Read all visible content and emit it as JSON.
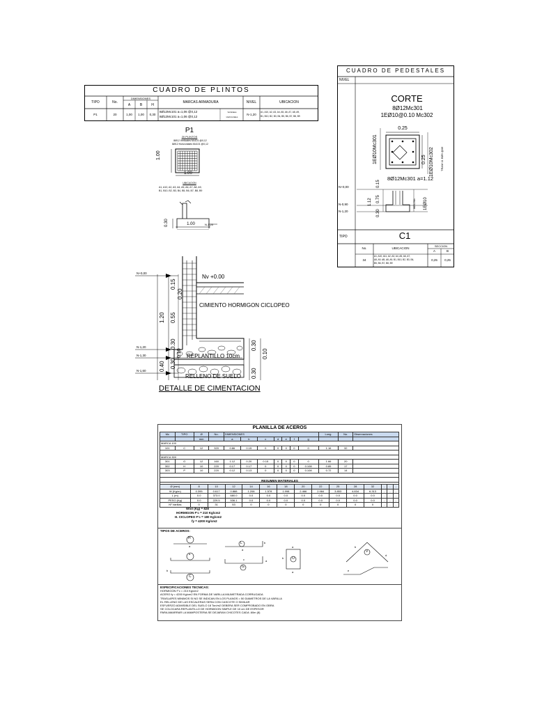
{
  "plintos": {
    "title": "CUADRO DE PLINTOS",
    "headers": {
      "tipo": "TIPO",
      "no": "No.",
      "dimensiones": "DIMENSIONES",
      "a": "A",
      "b": "B",
      "h": "H",
      "marcas": "MARCAS ARMADURA",
      "nivel": "NIVEL",
      "ubicacion": "UBICACION"
    },
    "row": {
      "tipo": "P1",
      "no": "20",
      "a": "1,00",
      "b": "1,00",
      "h": "0,30",
      "marca1": "8Ø12Mc101 a=1,06 @0,12",
      "marca1_tipo": "Verticales",
      "marca2": "8Ø12Mc101 a=1,06 @0,12",
      "marca2_tipo": "Horizontales",
      "nivel": "N-1,20",
      "ubicacion1": "A1, A10, A2, A3, A4, A5, A6, A7, A8, A9,",
      "ubicacion2": "B1, B10, B2, B3, B4, B5, B6, B7, B8, B9"
    }
  },
  "p1_detail": {
    "title": "P1",
    "subtitle": "20 PLINTOS",
    "line1": "8Ø12 Verticales Mc101 @0,12",
    "line2": "8Ø12 Horizontales Mc101 @0,12",
    "dim_side": "1.00",
    "dim_bottom": "1.00",
    "ubicacion_label": "UBICACION",
    "ubicacion1": "A1, A10, A2, A3, A4, A5, A6, A7, A8, A9,",
    "ubicacion2": "B1, B10, B2, B3, B4, B5, B6, B7, B8, B9",
    "section_h": "0.30",
    "section_w": "1.00",
    "section_level": "N-1,20"
  },
  "pedestales": {
    "title": "CUADRO DE PEDESTALES",
    "nivel_label": "NIVEL",
    "corte_title": "CORTE",
    "corte_line1": "8Ø12Mc301",
    "corte_line2": "1EØ10@0.10 Mc302",
    "dim_top": "0.25",
    "dim_side": "0.25",
    "rebar_left": "1EØ10Mc301",
    "rebar_right": "1EØ10Mc302",
    "rebar_right2": "TRAM 11 EØ9 @06",
    "bottom_line": "8Ø12Mc301 a=1.12",
    "levels": [
      "N+0,00",
      "N-0,90",
      "N-1,20"
    ],
    "elev_dims": [
      "1.12",
      "0.30",
      "0.75",
      "0.15"
    ],
    "elev_labels": [
      "1EØ10",
      "8Ø12Mc"
    ],
    "tipo_label": "TIPO",
    "tipo_value": "C1",
    "col_no": "No.",
    "col_ubicacion": "UBICACION",
    "col_seccion": "SECCION",
    "col_a": "A",
    "col_b": "B",
    "row_no": "34",
    "row_ubicacion1": "A1, A10, A11, A2, A3, A4, A5, A6, A7,",
    "row_ubicacion2": "A8, A9, AB, A8, A9, B1, B10, B2, B3, B4,",
    "row_ubicacion3": "B5, B6, B7, B8, B9",
    "row_a": "0,25",
    "row_b": "0,25"
  },
  "cimentacion": {
    "title": "DETALLE DE CIMENTACION",
    "nv_label": "Nv +0.00",
    "hormigon_label": "CIMIENTO HORMIGON CICLOPEO",
    "replantillo_label": "REPLANTILLO 10cm",
    "relleno_label": "RELLENO DE SUELO",
    "levels": [
      "N+0,00",
      "N-1,20",
      "N-1,30",
      "N-1,60"
    ],
    "dims_left": [
      "1.20",
      "0.40"
    ],
    "dims_mid": [
      "0.15",
      "0.55",
      "0.30",
      "0.30"
    ],
    "dims_inner": [
      "0.20",
      "0.10"
    ],
    "dims_right": [
      "0.30",
      "0.10",
      "0.30"
    ]
  },
  "planilla": {
    "title": "PLANILLA DE ACEROS",
    "headers": [
      "Mc",
      "TIPO",
      "Ø",
      "No.",
      "DIMENSIONES",
      "Long.",
      "No.",
      "Observaciones"
    ],
    "sub_headers": [
      "mm",
      "a",
      "b",
      "c",
      "d",
      "e",
      "f",
      "g"
    ],
    "groups": [
      {
        "label": "MARCA 100",
        "rows": [
          [
            "101",
            "C",
            "12",
            "320",
            "0.86",
            "0.15",
            "0",
            "0",
            "0",
            "0",
            "0",
            "1.16",
            "32"
          ]
        ]
      },
      {
        "label": "MARCA 300",
        "rows": [
          [
            "301",
            "O",
            "12",
            "160",
            "1.12",
            "0.20",
            "0.15",
            "0",
            "0",
            "0",
            "0",
            "1.66",
            "20"
          ],
          [
            "302",
            "H",
            "10",
            "220",
            "0.17",
            "0.17",
            "0",
            "0",
            "0",
            "0",
            "0.108",
            "0.89",
            "17"
          ],
          [
            "303",
            "P",
            "10",
            "220",
            "0.12",
            "0.13",
            "0",
            "0",
            "0",
            "0",
            "0.108",
            "0.72",
            "14"
          ]
        ]
      }
    ],
    "resumen_title": "RESUMEN MATERIALES",
    "resumen": [
      [
        "Ø (mm)",
        "8",
        "10",
        "12",
        "14",
        "16",
        "18",
        "20",
        "22",
        "25",
        "28",
        "32",
        "-",
        "-",
        "-"
      ],
      [
        "W (Kg/m)",
        "0.395",
        "0.617",
        "0.888",
        "1.208",
        "1.578",
        "1.998",
        "2.466",
        "2.984",
        "3.853",
        "4.834",
        "6.313",
        "-",
        "-",
        "-"
      ],
      [
        "L (m)",
        "0.0",
        "373.0",
        "680.0",
        "0.0",
        "0.0",
        "0.0",
        "0.0",
        "0.0",
        "0.0",
        "0.0",
        "0.0",
        "-",
        "-",
        "-"
      ],
      [
        "PESO (Kg)",
        "0.0",
        "229.5",
        "536.1",
        "0.0",
        "0.0",
        "0.0",
        "0.0",
        "0.0",
        "0.0",
        "0.0",
        "0.0",
        "-",
        "-",
        "-"
      ],
      [
        "Nº Varillas",
        "0",
        "31",
        "53",
        "0",
        "0",
        "0",
        "0",
        "0",
        "0",
        "0",
        "0",
        "-",
        "-",
        "-"
      ]
    ],
    "wtot": "Wtot (Kg) = 828",
    "hormigon": "HORMIGON F'c = 210 Kg/cm2",
    "ciclopeo": "H. CICLOPEO F'c = 180 Kg/cm2",
    "fy": "fy = 4200 Kg/cm2",
    "tipos_title": "TIPOS DE ACEROS:",
    "spec_title": "ESPECIFICACIONES TECNICAS:",
    "spec_lines": [
      "HORMIGON F'c = 210 Kg/cm2",
      "ACERO fy = 4200 Kg/cm2 EN FORMA DE VARILLA MILIMETRADA CORRUGADA",
      "TRASLAPES MINIMOS SI NO SE INDICAN EN LOS PLANOS = 50 DIAMETROS DE LA VARILLA",
      "EL RELLENO DE LAS ESCALERAS SERA CON CASCOTE O SIMILAR",
      "ESFUERZO ADMISIBLE DEL SUELO 18 Ton/m2 DEBERA SER COMPROBADO EN OBRA",
      "SE COLOCARA REPLANTILLO DE HORMIGON SIMPLE DE 10 cm DE ESPESOR",
      "PARA AMARRAR LA MAMPOSTERIA SE DEJARAN CHICOTES CADA .60m (8)"
    ],
    "shape_labels": [
      "H",
      "a",
      "L",
      "b",
      "a",
      "C",
      "b",
      "a",
      "c",
      "a",
      "G",
      "b",
      "a",
      "O",
      "a",
      "b",
      "V",
      "d",
      "e"
    ]
  }
}
